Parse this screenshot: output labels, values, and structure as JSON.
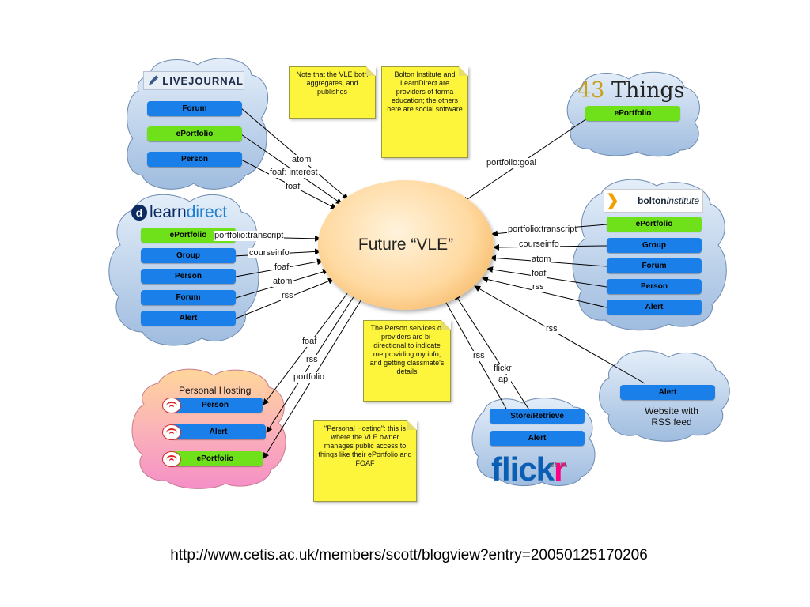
{
  "center_label": "Future “VLE”",
  "notes": {
    "aggregates": "Note that the VLE both aggregates, and publishes",
    "bolton": "Bolton Institute and LearnDirect are providers of forma education; the others here are social software",
    "person_services": "The Person services of providers are bi-directional to indicate me providing my info, and getting classmate's details",
    "personal_hosting": "\"Personal Hosting\": this is where the VLE owner manages public  access to things like their ePortfolio and FOAF"
  },
  "livejournal": {
    "logo": "LIVEJOURNAL",
    "items": [
      "Forum",
      "ePortfolio",
      "Person"
    ]
  },
  "learndirect": {
    "logo_a": "learn",
    "logo_b": "direct",
    "items": [
      "ePortfolio",
      "Group",
      "Person",
      "Forum",
      "Alert"
    ]
  },
  "things43": {
    "logo_num": "43",
    "logo_word": "Things",
    "items": [
      "ePortfolio"
    ]
  },
  "bolton": {
    "logo_a": "bolton",
    "logo_b": "institute",
    "items": [
      "ePortfolio",
      "Group",
      "Forum",
      "Person",
      "Alert"
    ]
  },
  "personal_hosting": {
    "title": "Personal Hosting",
    "items": [
      "Person",
      "Alert",
      "ePortfolio"
    ]
  },
  "flickr": {
    "logo_a": "flick",
    "logo_b": "r",
    "beta": "BETA",
    "items": [
      "Store/Retrieve",
      "Alert"
    ]
  },
  "website": {
    "items": [
      "Alert"
    ],
    "caption": "Website with RSS feed"
  },
  "link_labels": {
    "lj_atom": "atom",
    "lj_foaf_interest": "foaf: interest",
    "lj_foaf": "foaf",
    "things_goal": "portfolio:goal",
    "ld_transcript": "portfolio:transcript",
    "ld_courseinfo": "courseinfo",
    "ld_foaf": "foaf",
    "ld_atom": "atom",
    "ld_rss": "rss",
    "b_transcript": "portfolio:transcript",
    "b_courseinfo": "courseinfo",
    "b_atom": "atom",
    "b_foaf": "foaf",
    "b_rss": "rss",
    "web_rss": "rss",
    "ph_foaf": "foaf",
    "ph_rss": "rss",
    "ph_portfolio": "portfolio",
    "fl_rss": "rss",
    "fl_flickr": "flickr",
    "fl_api": "api"
  },
  "url": "http://www.cetis.ac.uk/members/scott/blogview?entry=20050125170206",
  "colors": {
    "blue_pill": "#1a7fe8",
    "green_pill": "#6ee11a",
    "note_yellow": "#fdf53b",
    "cloud_blue": "#c2d7ee",
    "cloud_pink": "#f7a6c9"
  }
}
